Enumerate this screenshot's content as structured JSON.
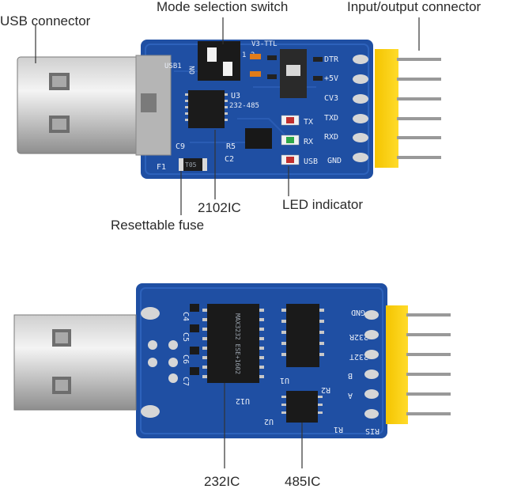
{
  "callouts_top": {
    "usb_connector": "USB connector",
    "mode_switch": "Mode selection switch",
    "io_connector": "Input/output connector",
    "ic_2102": "2102IC",
    "led_indicator": "LED indicator",
    "fuse": "Resettable fuse"
  },
  "callouts_bottom": {
    "ic_232": "232IC",
    "ic_485": "485IC"
  },
  "board_top": {
    "pin_labels": [
      "DTR",
      "+5V",
      "CV3",
      "TXD",
      "RXD",
      "GND"
    ],
    "led_labels": [
      "TX",
      "RX",
      "USB"
    ],
    "mode_labels": [
      "232-485",
      "V3-TTL"
    ],
    "component_labels": {
      "u3": "U3",
      "c9": "C9",
      "r5": "R5",
      "c2": "C2",
      "f1": "F1",
      "usb1": "USB1",
      "switch_on": "ON",
      "switch_nums": "1 2",
      "fuse_marking": "T05"
    }
  },
  "board_bottom": {
    "pin_labels": [
      "GND",
      "232R",
      "232T",
      "B",
      "A",
      "RIS"
    ],
    "component_labels": {
      "c4": "C4",
      "c5": "C5",
      "c6": "C6",
      "c7": "C7",
      "u1": "U1",
      "u2": "U2",
      "u12": "U12",
      "r1": "R1",
      "r2": "R2",
      "chip_232": "MAX3232 ESE+1602"
    }
  }
}
